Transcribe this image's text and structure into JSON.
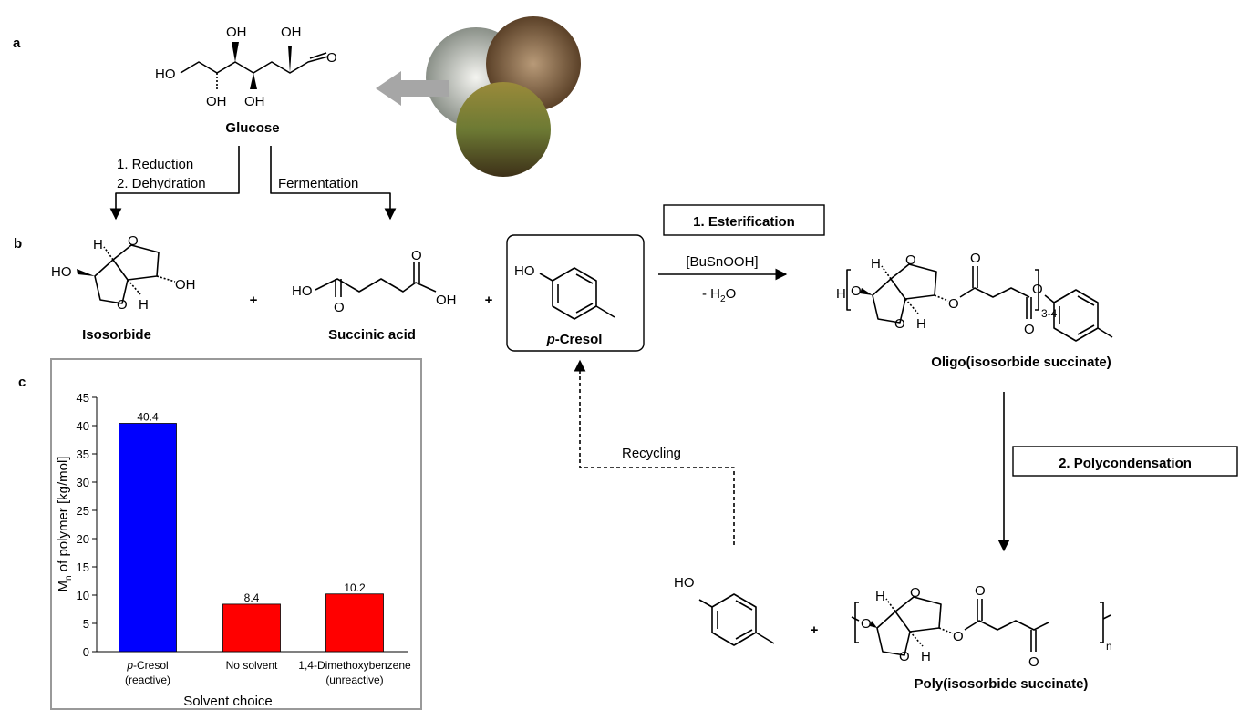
{
  "panels": {
    "a": "a",
    "b": "b",
    "c": "c"
  },
  "glucose": {
    "name": "Glucose",
    "oh": "OH",
    "ho": "HO",
    "o": "O"
  },
  "routes": {
    "reduction": "1. Reduction",
    "dehydration": "2. Dehydration",
    "fermentation": "Fermentation"
  },
  "isosorbide": {
    "name": "Isosorbide",
    "ho": "HO",
    "oh": "OH",
    "o": "O",
    "h": "H"
  },
  "succinic": {
    "name": "Succinic acid",
    "ho": "HO",
    "oh": "OH",
    "o": "O"
  },
  "plus": "+",
  "cresol": {
    "name_prefix": "p",
    "name_rest": "-Cresol",
    "ho": "HO"
  },
  "step1": {
    "label": "1. Esterification",
    "catalyst": "[BuSnOOH]",
    "byproduct_prefix": "- H",
    "byproduct_sub": "2",
    "byproduct_suffix": "O"
  },
  "oligo": {
    "name": "Oligo(isosorbide succinate)",
    "h": "H",
    "o": "O",
    "repeat": "3-4"
  },
  "step2": {
    "label": "2. Polycondensation"
  },
  "recycling": "Recycling",
  "poly": {
    "name": "Poly(isosorbide succinate)",
    "o": "O",
    "h": "H",
    "repeat": "n"
  },
  "colors": {
    "reactive": "#0000ff",
    "other": "#ff0000",
    "arrow_gray": "#a6a6a6"
  },
  "chart_data": {
    "type": "bar",
    "categories": [
      [
        "p-Cresol",
        "(reactive)"
      ],
      [
        "No solvent",
        ""
      ],
      [
        "1,4-Dimethoxybenzene",
        "(unreactive)"
      ]
    ],
    "values": [
      40.4,
      8.4,
      10.2
    ],
    "data_labels": [
      "40.4",
      "8.4",
      "10.2"
    ],
    "bar_colors": [
      "#0000ff",
      "#ff0000",
      "#ff0000"
    ],
    "xlabel": "Solvent choice",
    "ylabel_main": "M",
    "ylabel_sub": "n",
    "ylabel_rest": " of polymer [kg/mol]",
    "ylim": [
      0,
      45
    ],
    "yticks": [
      0,
      5,
      10,
      15,
      20,
      25,
      30,
      35,
      40,
      45
    ],
    "grid": false
  }
}
